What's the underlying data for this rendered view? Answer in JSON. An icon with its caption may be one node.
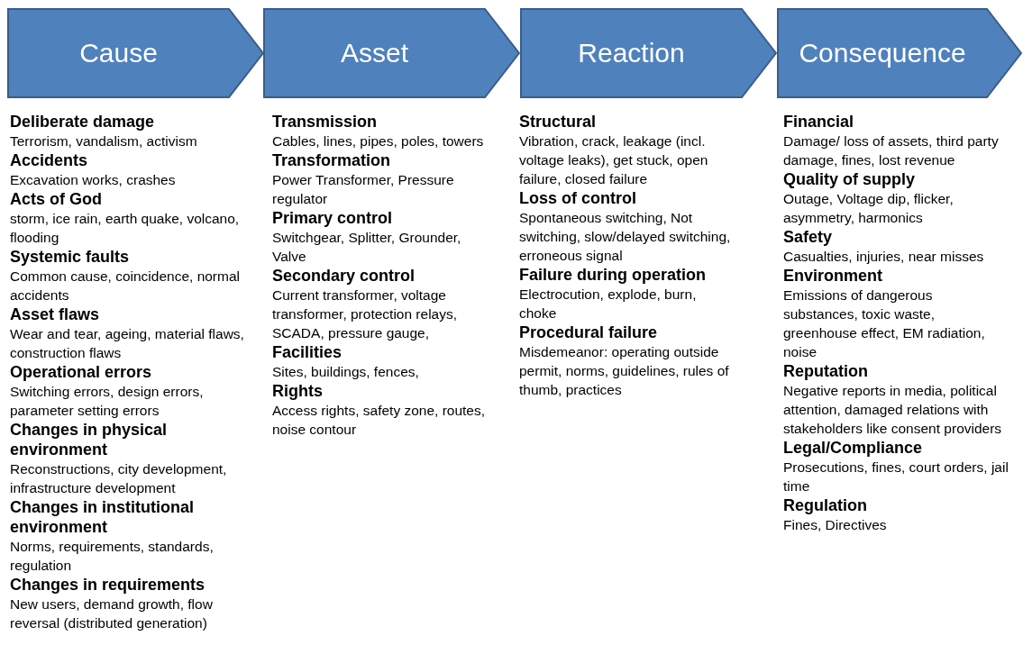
{
  "diagram": {
    "nodes": [
      {
        "text": [
          "Cause"
        ],
        "beside": [
          "Deliberate damage",
          "Terrorism, vandalism, activism",
          "Accidents",
          "Excavation works, crashes",
          "Acts of God",
          "storm, ice rain, earth quake, volcano, flooding",
          "Systemic faults",
          "Common cause, coincidence, normal accidents",
          "Asset flaws",
          "Wear and tear, ageing, material flaws, construction flaws",
          "Operational errors",
          "Switching errors, design errors, parameter setting errors",
          "Changes in physical environment",
          "Reconstructions, city development, infrastructure development",
          "Changes in institutional environment",
          "Norms, requirements, standards, regulation",
          "Changes in requirements",
          "New users, demand growth, flow reversal (distributed generation)"
        ]
      },
      {
        "text": [
          "Asset"
        ],
        "beside": [
          "Transmission",
          "Cables, lines, pipes, poles, towers",
          "Transformation",
          "Power Transformer, Pressure regulator",
          "Primary control",
          "Switchgear, Splitter, Grounder, Valve",
          "Secondary control",
          "Current transformer, voltage transformer, protection relays, SCADA, pressure gauge,",
          "Facilities",
          "Sites, buildings, fences,",
          "Rights",
          "Access rights, safety zone, routes, noise contour"
        ]
      },
      {
        "text": [
          "Reaction"
        ],
        "beside": [
          "Structural",
          "Vibration, crack, leakage (incl. voltage leaks), get stuck, open failure, closed failure",
          "Loss of control",
          "Spontaneous switching, Not switching, slow/delayed switching, erroneous signal",
          "Failure during operation",
          "Electrocution, explode, burn, choke",
          "Procedural failure",
          "Misdemeanor: operating outside permit, norms, guidelines, rules of thumb, practices"
        ]
      },
      {
        "text": [
          "Consequence"
        ],
        "beside": [
          "Financial",
          "Damage/ loss of assets, third party damage, fines, lost revenue",
          "Quality of supply",
          "Outage, Voltage dip, flicker, asymmetry, harmonics",
          "Safety",
          "Casualties, injuries, near misses",
          "Environment",
          "Emissions of dangerous substances, toxic waste, greenhouse effect, EM radiation, noise",
          "Reputation",
          "Negative reports in media, political attention, damaged relations with stakeholders like consent providers",
          "Legal/Compliance",
          "Prosecutions, fines, court orders, jail time",
          "Regulation",
          "Fines, Directives"
        ]
      }
    ]
  }
}
